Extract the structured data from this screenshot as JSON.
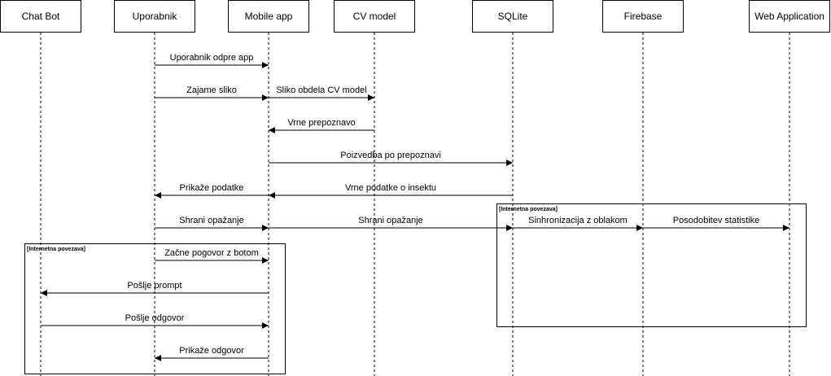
{
  "participants": [
    {
      "id": "chatbot",
      "label": "Chat Bot"
    },
    {
      "id": "uporabnik",
      "label": "Uporabnik"
    },
    {
      "id": "mobile",
      "label": "Mobile app"
    },
    {
      "id": "cv",
      "label": "CV model"
    },
    {
      "id": "sqlite",
      "label": "SQLite"
    },
    {
      "id": "firebase",
      "label": "Firebase"
    },
    {
      "id": "webapp",
      "label": "Web Application"
    }
  ],
  "messages": [
    {
      "from": "uporabnik",
      "to": "mobile",
      "label": "Uporabnik odpre app"
    },
    {
      "from": "uporabnik",
      "to": "mobile",
      "label": "Zajame sliko"
    },
    {
      "from": "mobile",
      "to": "cv",
      "label": "Sliko obdela CV model"
    },
    {
      "from": "cv",
      "to": "mobile",
      "label": "Vrne prepoznavo"
    },
    {
      "from": "mobile",
      "to": "sqlite",
      "label": "Poizvedba po prepoznavi"
    },
    {
      "from": "mobile",
      "to": "uporabnik",
      "label": "Prikaže podatke"
    },
    {
      "from": "sqlite",
      "to": "mobile",
      "label": "Vrne podatke o insektu"
    },
    {
      "from": "uporabnik",
      "to": "mobile",
      "label": "Shrani opažanje"
    },
    {
      "from": "mobile",
      "to": "sqlite",
      "label": "Shrani opažanje"
    },
    {
      "from": "sqlite",
      "to": "firebase",
      "label": "Sinhronizacija z oblakom"
    },
    {
      "from": "firebase",
      "to": "webapp",
      "label": "Posodobitev statistike"
    },
    {
      "from": "uporabnik",
      "to": "mobile",
      "label": "Začne pogovor z botom"
    },
    {
      "from": "mobile",
      "to": "chatbot",
      "label": "Pošlje prompt"
    },
    {
      "from": "chatbot",
      "to": "mobile",
      "label": "Pošlje odgovor"
    },
    {
      "from": "mobile",
      "to": "uporabnik",
      "label": "Prikaže odgovor"
    }
  ],
  "frames": [
    {
      "label": "[Internetna povezava]"
    },
    {
      "label": "[Internetna povezava]"
    }
  ]
}
